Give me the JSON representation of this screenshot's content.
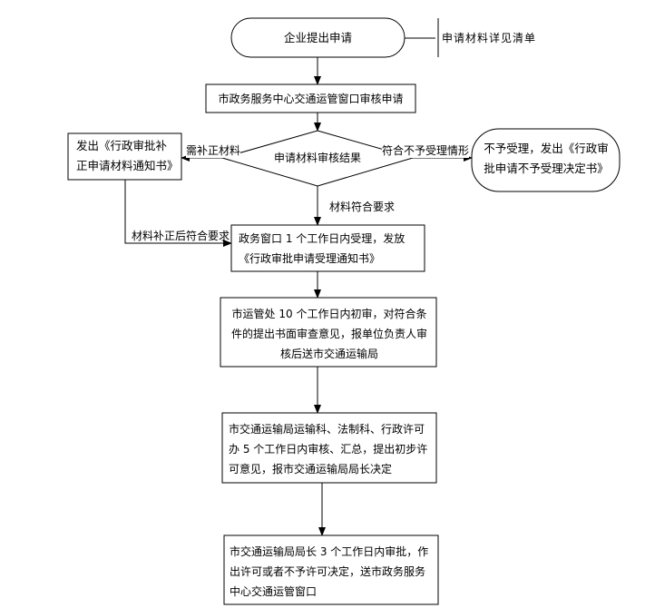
{
  "flowchart": {
    "start": "企业提出申请",
    "note": "申请材料详见清单",
    "review": "市政务服务中心交通运管窗口审核申请",
    "decision": "申请材料审核结果",
    "supplement_notice": "发出《行政审批补正申请材料通知书》",
    "reject": "不予受理，发出《行政审批申请不予受理决定书》",
    "accept": "政务窗口 1 个工作日内受理，发放《行政审批申请受理通知书》",
    "initial_review": "市运管处 10 个工作日内初审，对符合条件的提出书面审查意见，报单位负责人审核后送市交通运输局",
    "bureau_review": "市交通运输局运输科、法制科、行政许可办 5 个工作日内审核、汇总，提出初步许可意见，报市交通运输局局长决定",
    "final_decision": "市交通运输局局长 3 个工作日内审批，作出许可或者不予许可决定，送市政务服务中心交通运管窗口"
  },
  "edge_labels": {
    "need_supplement": "需补正材料",
    "not_eligible": "符合不予受理情形",
    "meets_requirements": "材料符合要求",
    "after_supplement": "材料补正后符合要求"
  }
}
